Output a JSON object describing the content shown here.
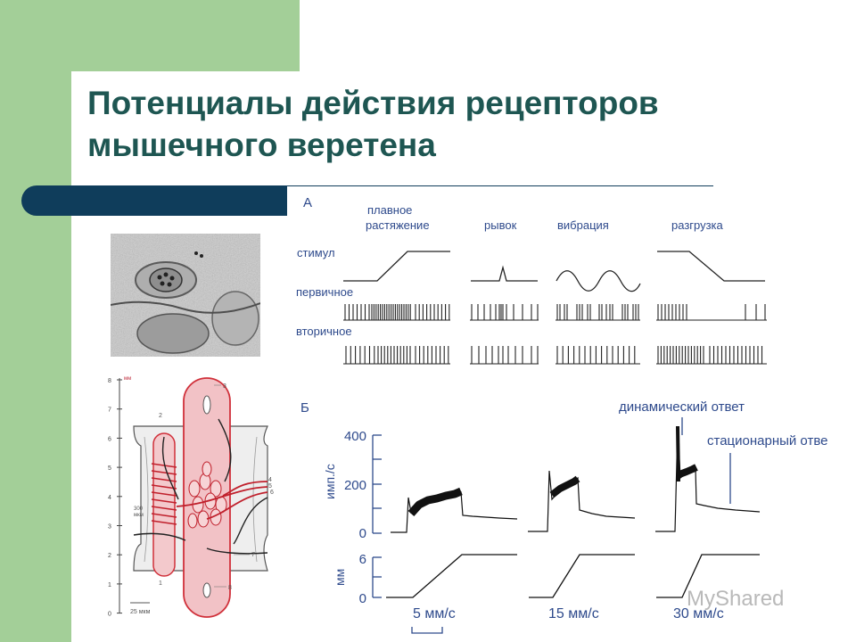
{
  "slide": {
    "title_line1": "Потенциалы действия рецепторов",
    "title_line2": "мышечного веретена"
  },
  "panel_a": {
    "label": "А",
    "conditions": [
      "плавное",
      "растяжение",
      "рывок",
      "вибрация",
      "разгрузка"
    ],
    "rows": [
      "стимул",
      "первичное",
      "вторичное"
    ]
  },
  "panel_b": {
    "label": "Б",
    "annotations": [
      "динамический ответ",
      "стационарный отве"
    ],
    "rate_axis_label": "имп./с",
    "rate_ticks": [
      "400",
      "200",
      "0"
    ],
    "length_axis_label": "мм",
    "length_ticks": [
      "6",
      "0"
    ],
    "speeds": [
      "5 мм/с",
      "15 мм/с",
      "30 мм/с"
    ]
  },
  "anatomy": {
    "scale_top_unit": "мм",
    "scale_numbers": [
      "8",
      "7",
      "6",
      "5",
      "4",
      "3",
      "2",
      "1",
      "0"
    ],
    "callouts": [
      "1",
      "2",
      "3",
      "4",
      "5",
      "6",
      "7",
      "8"
    ],
    "micro_label_1": "300",
    "micro_label_2": "мкм",
    "bar_label": "25 мкм"
  },
  "watermark": {
    "text": "MyShared"
  },
  "colors": {
    "title": "#1e5652",
    "green": "#a3cf98",
    "navy": "#0f3d5b",
    "label_blue": "#2e4a8c",
    "spindle_red": "#d0303a",
    "spindle_fill": "#f2c2c6"
  }
}
